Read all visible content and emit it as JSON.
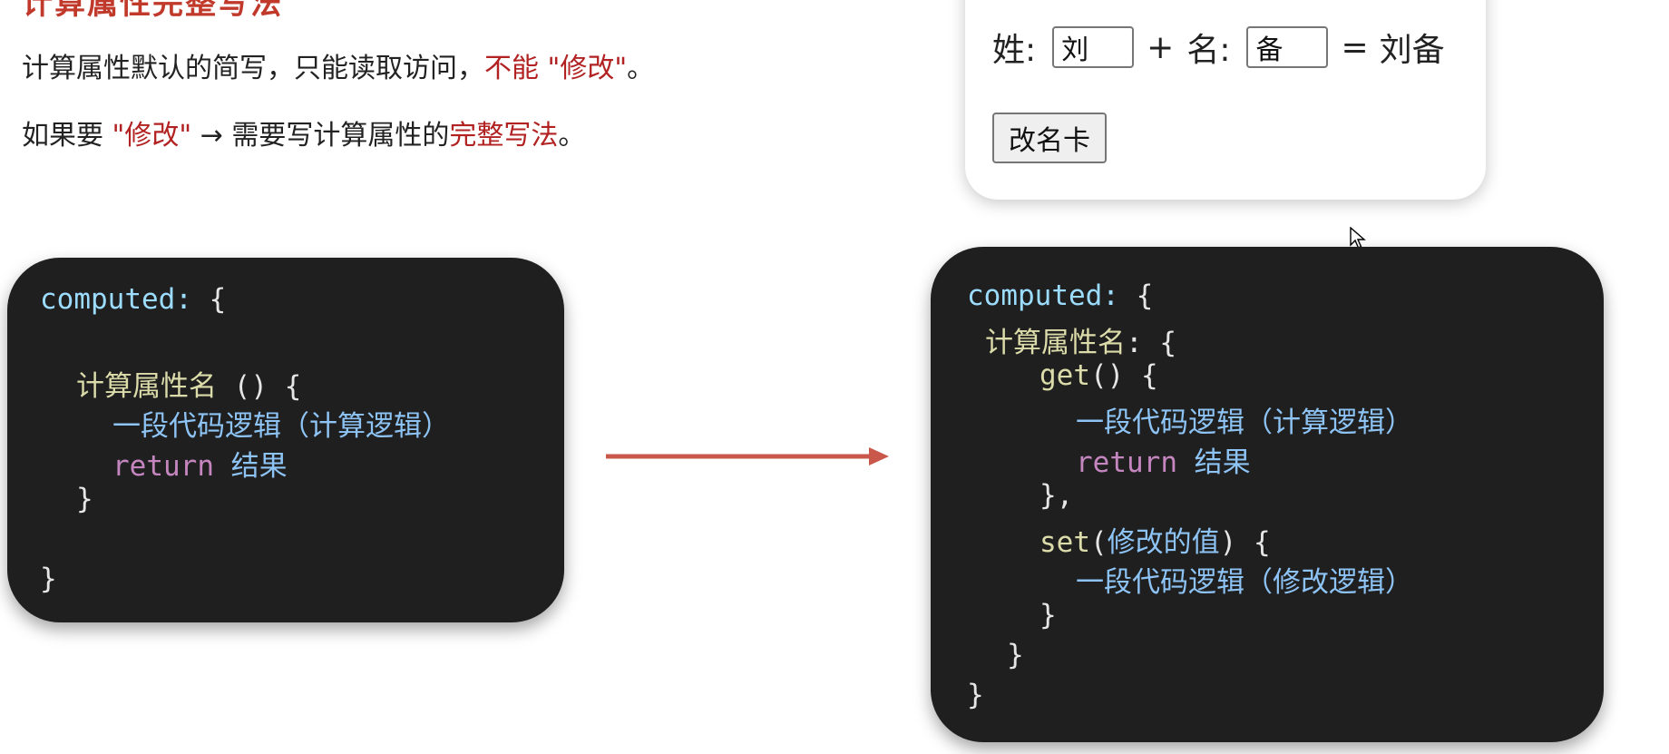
{
  "heading": "计算属性完整写法",
  "line1": {
    "part1": "计算属性默认的简写，只能读取访问，",
    "highlight": "不能 \"修改\"",
    "part2": "。"
  },
  "line2": {
    "part1": "如果要 ",
    "highlight1": "\"修改\"",
    "part2": " → 需要写计算属性的",
    "highlight2": "完整写法",
    "part3": "。"
  },
  "demo": {
    "surname_label": "姓:",
    "surname_value": "刘",
    "plus": "+",
    "given_label": "名:",
    "given_value": "备",
    "equals": "=",
    "full_name": "刘备",
    "button_label": "改名卡"
  },
  "code_short": {
    "l1_kw": "computed:",
    "l1_brace": " {",
    "l2_name": "计算属性名",
    "l2_rest": " () {",
    "l3": "一段代码逻辑（计算逻辑）",
    "l4_ret": "return",
    "l4_val": " 结果",
    "l5": "}",
    "l6": "}"
  },
  "code_full": {
    "l1_kw": "computed:",
    "l1_brace": " {",
    "l2_name": "计算属性名",
    "l2_rest": ": {",
    "l3_fn": "get",
    "l3_rest": "() {",
    "l4": "一段代码逻辑（计算逻辑）",
    "l5_ret": "return",
    "l5_val": " 结果",
    "l6": "},",
    "l7_fn": "set",
    "l7_p1": "(",
    "l7_arg": "修改的值",
    "l7_p2": ") {",
    "l8": "一段代码逻辑（修改逻辑）",
    "l9": "}",
    "l10": "}",
    "l11": "}"
  },
  "colors": {
    "highlight": "#b22222",
    "arrow": "#c9574a",
    "code_bg": "#1f1f1f"
  }
}
